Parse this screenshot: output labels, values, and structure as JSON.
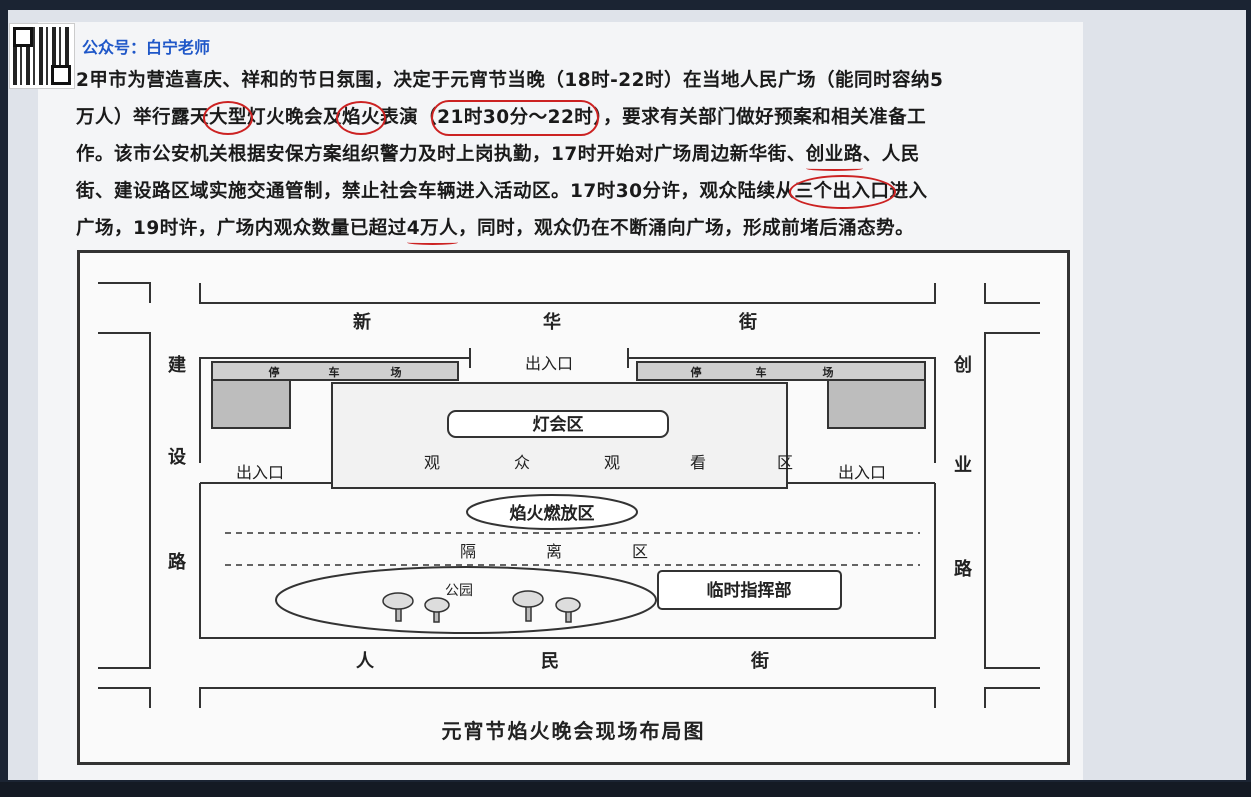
{
  "header": {
    "account": "公众号：白宁老师"
  },
  "paragraph": {
    "line1": [
      "2甲市为营造喜庆、祥和的节日氛围，决定于元宵节当晚（18时-22时）在当地人民广场（能同时容纳5"
    ],
    "line2": [
      "万人）举行露天",
      "大型",
      "灯火晚会及",
      "焰火",
      "表演（",
      "21时30分～22时",
      "），要求有关部门做好预案和相关准备工"
    ],
    "line3": [
      "作。该市公安机关根据安保方案组织警力及时上岗执勤，17时开始对广场周边新华街、",
      "创业路",
      "、人民"
    ],
    "line4": [
      "街、建设路区域实施交通管制，禁止社会车辆进入活动区。17时30分许，观众陆续从",
      "三个出入口",
      "进入"
    ],
    "line5": [
      "广场，19时许，广场内观众数量已超过",
      "4万人",
      "，同时，观众仍在不断涌向广场，形成前堵后涌态势。"
    ]
  },
  "map": {
    "streets": {
      "north": [
        "新",
        "华",
        "街"
      ],
      "west": [
        "建",
        "设",
        "路"
      ],
      "east": [
        "创",
        "业",
        "路"
      ],
      "south": [
        "人",
        "民",
        "街"
      ]
    },
    "parking_left": [
      "停",
      "车",
      "场"
    ],
    "parking_right": [
      "停",
      "车",
      "场"
    ],
    "entrance_north": "出入口",
    "entrance_west": "出入口",
    "entrance_east": "出入口",
    "lantern_zone": "灯会区",
    "viewing_zone": [
      "观",
      "众",
      "观",
      "看",
      "区"
    ],
    "fireworks_zone": "焰火燃放区",
    "isolation_zone": [
      "隔",
      "离",
      "区"
    ],
    "park": "公园",
    "command_post": "临时指挥部",
    "caption": "元宵节焰火晚会现场布局图"
  }
}
